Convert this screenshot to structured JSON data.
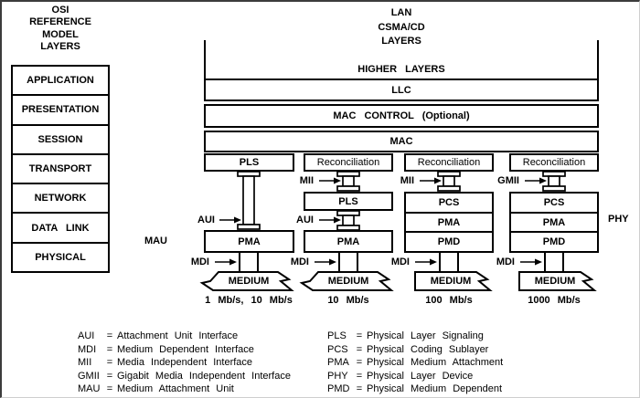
{
  "osi_panel": {
    "title_lines": [
      "OSI",
      "REFERENCE",
      "MODEL",
      "LAYERS"
    ],
    "layers": [
      "APPLICATION",
      "PRESENTATION",
      "SESSION",
      "TRANSPORT",
      "NETWORK",
      "DATA LINK",
      "PHYSICAL"
    ]
  },
  "lan_panel": {
    "title_lines": [
      "LAN",
      "CSMA/CD",
      "LAYERS"
    ],
    "higher_layers": "HIGHER LAYERS",
    "llc": "LLC",
    "mac_control": "MAC CONTROL (Optional)",
    "mac": "MAC"
  },
  "columns": [
    {
      "top_box": "PLS",
      "aui_label": "AUI",
      "mau_label": "MAU",
      "pma_box": "PMA",
      "mdi_label": "MDI",
      "medium": "MEDIUM",
      "speed": "1 Mb/s, 10 Mb/s"
    },
    {
      "top_box": "Reconciliation",
      "mii_label": "MII",
      "pls_box": "PLS",
      "aui_label": "AUI",
      "pma_box": "PMA",
      "mdi_label": "MDI",
      "medium": "MEDIUM",
      "speed": "10 Mb/s"
    },
    {
      "top_box": "Reconciliation",
      "mii_label": "MII",
      "sublayers": [
        "PCS",
        "PMA",
        "PMD"
      ],
      "mdi_label": "MDI",
      "medium": "MEDIUM",
      "speed": "100 Mb/s"
    },
    {
      "top_box": "Reconciliation",
      "gmii_label": "GMII",
      "sublayers": [
        "PCS",
        "PMA",
        "PMD"
      ],
      "phy_label": "PHY",
      "mdi_label": "MDI",
      "medium": "MEDIUM",
      "speed": "1000 Mb/s"
    }
  ],
  "legend": {
    "left": [
      {
        "abbr": "AUI",
        "eq": "=",
        "def": "Attachment Unit Interface"
      },
      {
        "abbr": "MDI",
        "eq": "=",
        "def": "Medium Dependent Interface"
      },
      {
        "abbr": "MII",
        "eq": "=",
        "def": "Media Independent Interface"
      },
      {
        "abbr": "GMII",
        "eq": "=",
        "def": "Gigabit Media Independent Interface"
      },
      {
        "abbr": "MAU",
        "eq": "=",
        "def": "Medium Attachment Unit"
      }
    ],
    "right": [
      {
        "abbr": "PLS",
        "eq": "=",
        "def": "Physical Layer Signaling"
      },
      {
        "abbr": "PCS",
        "eq": "=",
        "def": "Physical Coding Sublayer"
      },
      {
        "abbr": "PMA",
        "eq": "=",
        "def": "Physical Medium Attachment"
      },
      {
        "abbr": "PHY",
        "eq": "=",
        "def": "Physical Layer Device"
      },
      {
        "abbr": "PMD",
        "eq": "=",
        "def": "Physical Medium Dependent"
      }
    ]
  },
  "colors": {
    "ink": "#000000",
    "background": "#ffffff"
  }
}
